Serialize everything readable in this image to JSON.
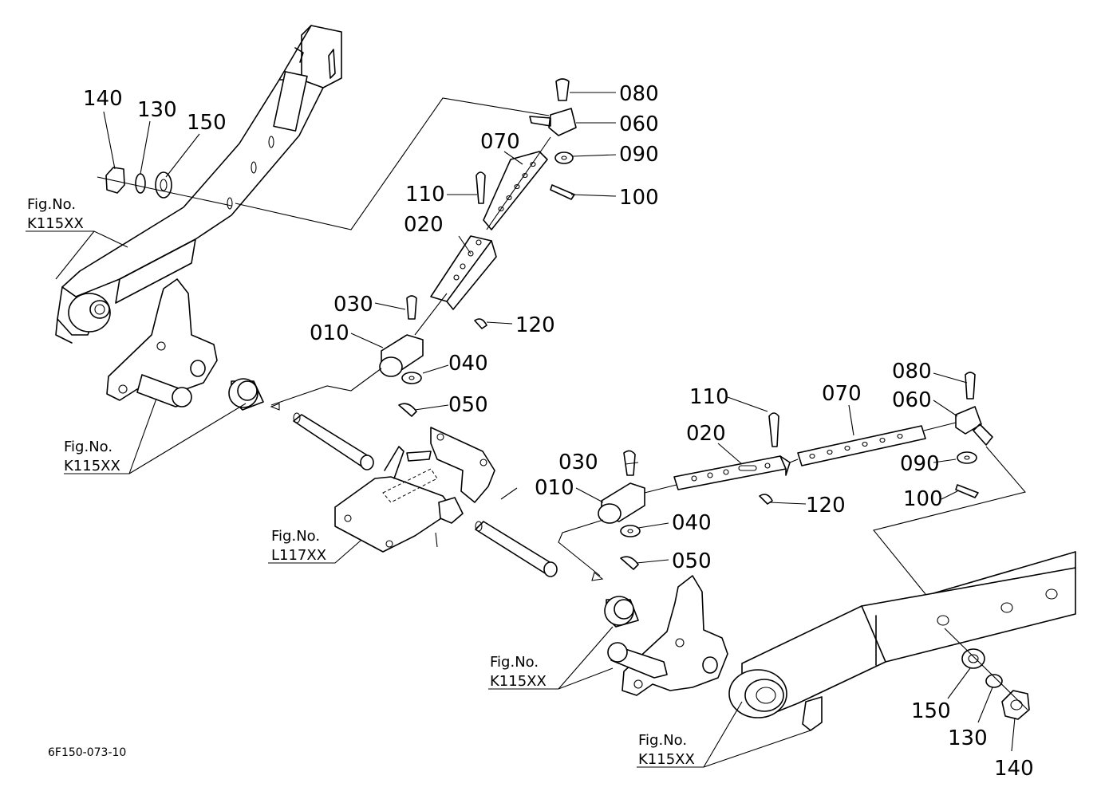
{
  "diagram_code": "6F150-073-10",
  "fig_refs": {
    "upper_left": [
      "Fig.No.",
      "K115XX"
    ],
    "lower_left": [
      "Fig.No.",
      "K115XX"
    ],
    "center": [
      "Fig.No.",
      "L117XX"
    ],
    "lower_mid": [
      "Fig.No.",
      "K115XX"
    ],
    "bottom_right": [
      "Fig.No.",
      "K115XX"
    ]
  },
  "callouts": {
    "left": {
      "p140": "140",
      "p130": "130",
      "p150": "150",
      "p080": "080",
      "p060": "060",
      "p070": "070",
      "p090": "090",
      "p110": "110",
      "p100": "100",
      "p020": "020",
      "p030": "030",
      "p120": "120",
      "p010": "010",
      "p040": "040",
      "p050": "050"
    },
    "right": {
      "p080": "080",
      "p060": "060",
      "p110": "110",
      "p070": "070",
      "p020": "020",
      "p030": "030",
      "p090": "090",
      "p010": "010",
      "p120": "120",
      "p100": "100",
      "p040": "040",
      "p050": "050",
      "p150": "150",
      "p130": "130",
      "p140": "140"
    }
  }
}
